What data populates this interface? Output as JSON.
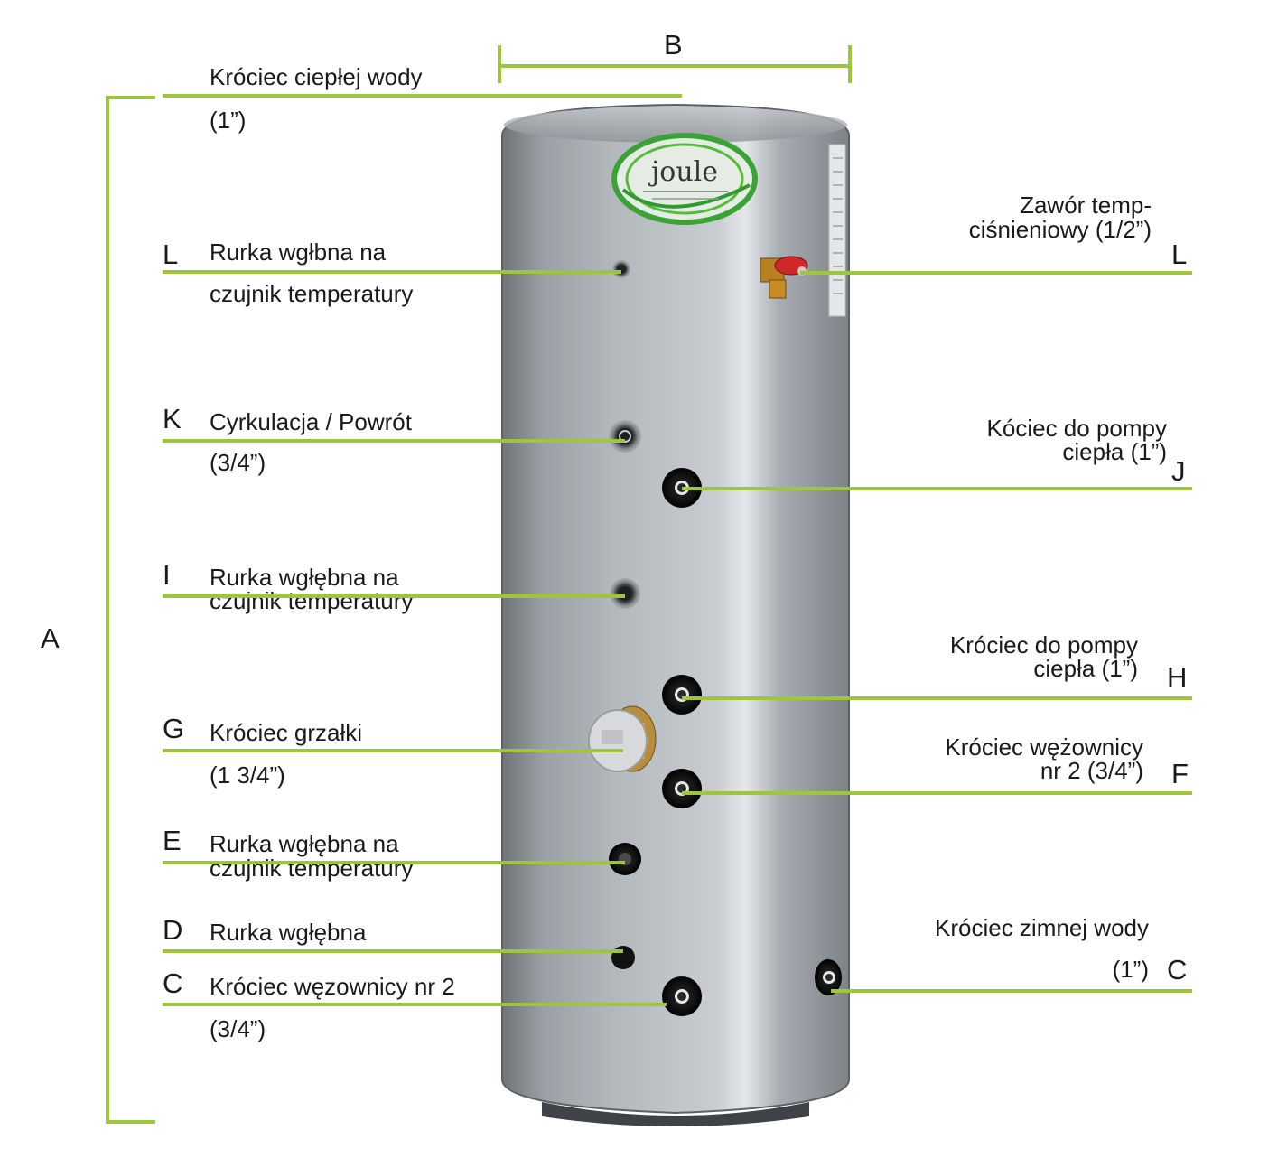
{
  "brand": "joule",
  "accent_color": "#9dc63d",
  "dimensions": {
    "height_letter": "A",
    "width_letter": "B"
  },
  "hot_outlet": {
    "line1": "Króciec ciepłej wody",
    "line2": "(1”)"
  },
  "left_labels": [
    {
      "letter": "L",
      "line1": "Rurka wgłbna na",
      "line2": "czujnik temperatury"
    },
    {
      "letter": "K",
      "line1": "Cyrkulacja / Powrót",
      "line2": "(3/4”)"
    },
    {
      "letter": "I",
      "line1": "Rurka wgłębna na",
      "line2": "czujnik temperatury"
    },
    {
      "letter": "G",
      "line1": "Króciec grzałki",
      "line2": "(1 3/4”)"
    },
    {
      "letter": "E",
      "line1": "Rurka wgłębna na",
      "line2": "czujnik temperatury"
    },
    {
      "letter": "D",
      "line1": "Rurka wgłębna",
      "line2": ""
    },
    {
      "letter": "C",
      "line1": "Króciec węzownicy nr 2",
      "line2": "(3/4”)"
    }
  ],
  "right_labels": [
    {
      "letter": "L",
      "line1": "Zawór temp-",
      "line2": "ciśnieniowy (1/2”)"
    },
    {
      "letter": "J",
      "line1": "Kóciec do pompy",
      "line2": "ciepła    (1”)"
    },
    {
      "letter": "H",
      "line1": "Króciec do pompy",
      "line2": "ciepła    (1”)"
    },
    {
      "letter": "F",
      "line1": "Króciec wężownicy",
      "line2": "nr 2 (3/4”)"
    },
    {
      "letter": "C",
      "line1": "Króciec zimnej wody",
      "line2": "(1”)"
    }
  ]
}
